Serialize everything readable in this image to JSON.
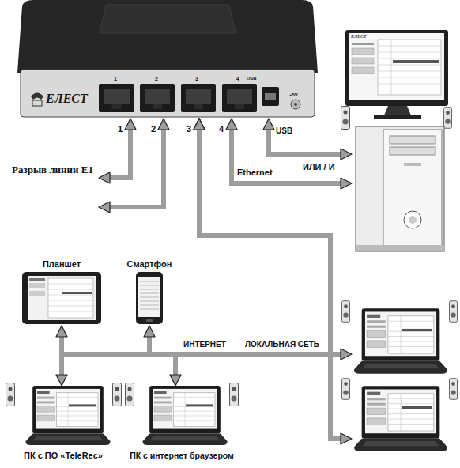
{
  "diagram": {
    "nodes": [
      {
        "text": [
          "ЕЛЕСТ"
        ]
      },
      {
        "text": [
          "ЕЛЕСТ"
        ]
      },
      {
        "text": [
          "Планшет"
        ]
      },
      {
        "text": [
          "Смартфон"
        ]
      },
      {
        "text": [
          "ПК с ПО «TeleRec»"
        ]
      },
      {
        "text": [
          "ПК с интернет браузером"
        ]
      }
    ],
    "edges": [
      {
        "from": 0,
        "to": 1,
        "label": "Ethernet",
        "arrow": "both"
      },
      {
        "from": 0,
        "to": 1,
        "label": "ИЛИ / И",
        "arrow": "both"
      },
      {
        "from": 0,
        "to": 2,
        "arrow": "both"
      },
      {
        "from": 0,
        "to": 3,
        "arrow": "both"
      },
      {
        "from": 0,
        "to": 4,
        "arrow": "both"
      },
      {
        "from": 0,
        "to": 5,
        "arrow": "both"
      }
    ],
    "labels": [
      "Разрыв линии E1",
      "1",
      "2",
      "3",
      "4",
      "USB",
      "+5V",
      "1",
      "2",
      "3",
      "4",
      "USB",
      "ИНТЕРНЕТ",
      "ЛОКАЛЬНАЯ СЕТЬ"
    ]
  }
}
